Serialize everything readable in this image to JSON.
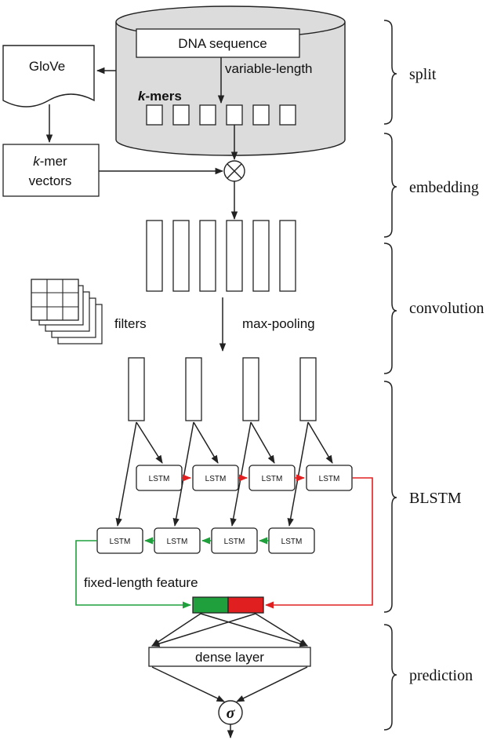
{
  "split": {
    "dna_sequence": "DNA sequence",
    "variable_length": "variable-length",
    "kmers_prefix": "k",
    "kmers_suffix": "-mers",
    "kmer_box_count": 6
  },
  "glove": {
    "label": "GloVe"
  },
  "kmer_vectors": {
    "prefix": "k",
    "suffix": "-mer",
    "line2": "vectors"
  },
  "convolution": {
    "filters": "filters",
    "max_pooling": "max-pooling"
  },
  "blstm": {
    "cell_label": "LSTM",
    "forward_cells": [
      "LSTM",
      "LSTM",
      "LSTM",
      "LSTM"
    ],
    "backward_cells": [
      "LSTM",
      "LSTM",
      "LSTM",
      "LSTM"
    ],
    "fixed_length_feature": "fixed-length feature"
  },
  "prediction": {
    "dense_layer": "dense layer",
    "sigma": "σ"
  },
  "stages": [
    "split",
    "embedding",
    "convolution",
    "BLSTM",
    "prediction"
  ],
  "colors": {
    "forward": "#e02020",
    "backward": "#1fa03c",
    "cylinder": "#dcdcdc"
  }
}
